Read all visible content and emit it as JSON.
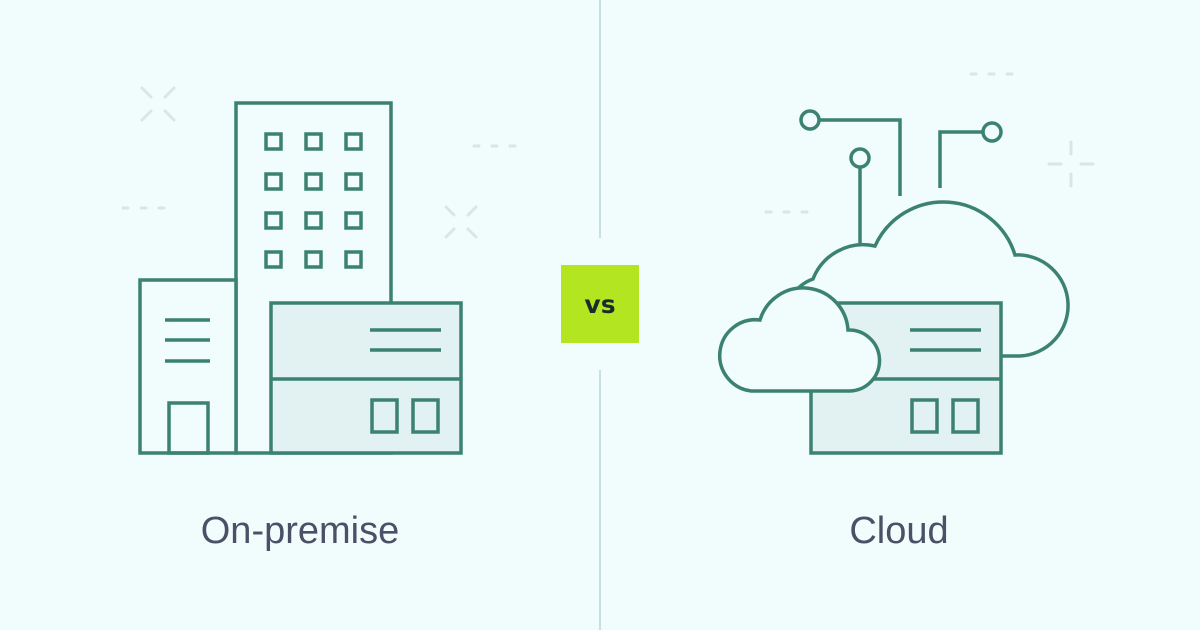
{
  "badge": {
    "text": "vs",
    "color": "#b3e620"
  },
  "left": {
    "label": "On-premise",
    "icon": "office-buildings-icon"
  },
  "right": {
    "label": "Cloud",
    "icon": "cloud-server-icon"
  },
  "colors": {
    "background": "#f1fcfd",
    "line": "#3b8272",
    "fill": "#e2f1f1",
    "divider": "#c9dede",
    "decoration": "#d7e6e6",
    "text": "#4a5167"
  }
}
